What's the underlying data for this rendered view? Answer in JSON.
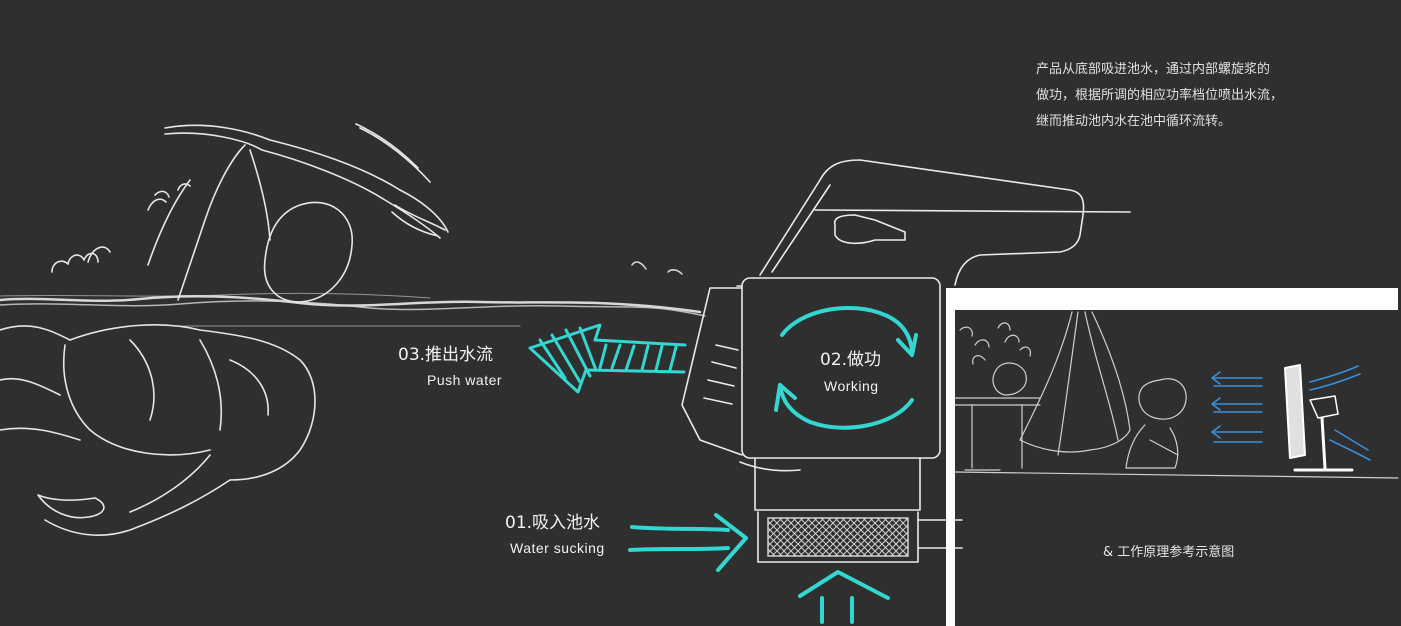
{
  "description": {
    "lines": [
      "产品从底部吸进池水，通过内部螺旋浆的",
      "做功，根据所调的相应功率档位喷出水流，",
      "继而推动池内水在池中循环流转。"
    ]
  },
  "steps": [
    {
      "label_cn": "01.吸入池水",
      "label_en": "Water sucking"
    },
    {
      "label_cn": "02.做功",
      "label_en": "Working"
    },
    {
      "label_cn": "03.推出水流",
      "label_en": "Push water"
    }
  ],
  "reference_caption": "& 工作原理参考示意图",
  "colors": {
    "background": "#2f2f30",
    "sketch_line": "#e8e8e8",
    "accent_cyan": "#33d6d0",
    "arrow_blue": "#3a8fd8",
    "frame_white": "#ffffff"
  },
  "icons": [
    "swimmer-sketch",
    "pump-device-sketch",
    "cycle-arrows",
    "intake-arrow",
    "push-arrow",
    "fan-sketch",
    "child-sketch"
  ]
}
